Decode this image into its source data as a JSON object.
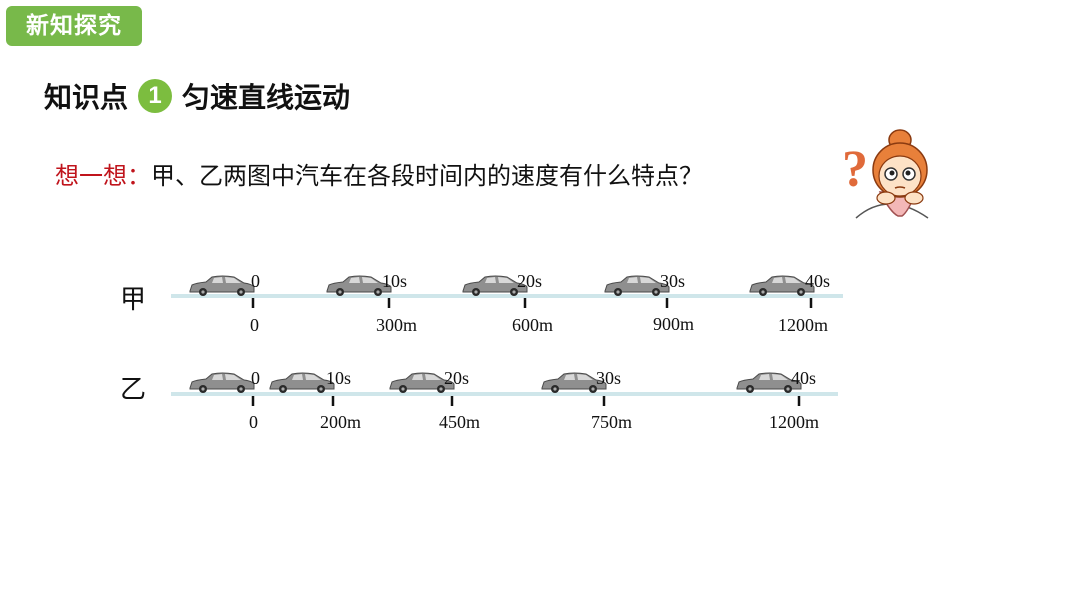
{
  "section_tag": "新知探究",
  "heading": {
    "prefix": "知识点",
    "number": "1",
    "title": "匀速直线运动"
  },
  "question": {
    "label": "想一想：",
    "text": "甲、乙两图中汽车在各段时间内的速度有什么特点？"
  },
  "rows": [
    {
      "label": "甲",
      "points": [
        {
          "time": "0",
          "distance": "0"
        },
        {
          "time": "10s",
          "distance": "300m"
        },
        {
          "time": "20s",
          "distance": "600m"
        },
        {
          "time": "30s",
          "distance": "900m"
        },
        {
          "time": "40s",
          "distance": "1200m"
        }
      ]
    },
    {
      "label": "乙",
      "points": [
        {
          "time": "0",
          "distance": "0"
        },
        {
          "time": "10s",
          "distance": "200m"
        },
        {
          "time": "20s",
          "distance": "450m"
        },
        {
          "time": "30s",
          "distance": "750m"
        },
        {
          "time": "40s",
          "distance": "1200m"
        }
      ]
    }
  ],
  "colors": {
    "tag_bg": "#78b94a",
    "badge_bg": "#7cbd3f",
    "question_label": "#c0141c",
    "road": "#cfe6ea",
    "car": "#8a8a8a"
  }
}
